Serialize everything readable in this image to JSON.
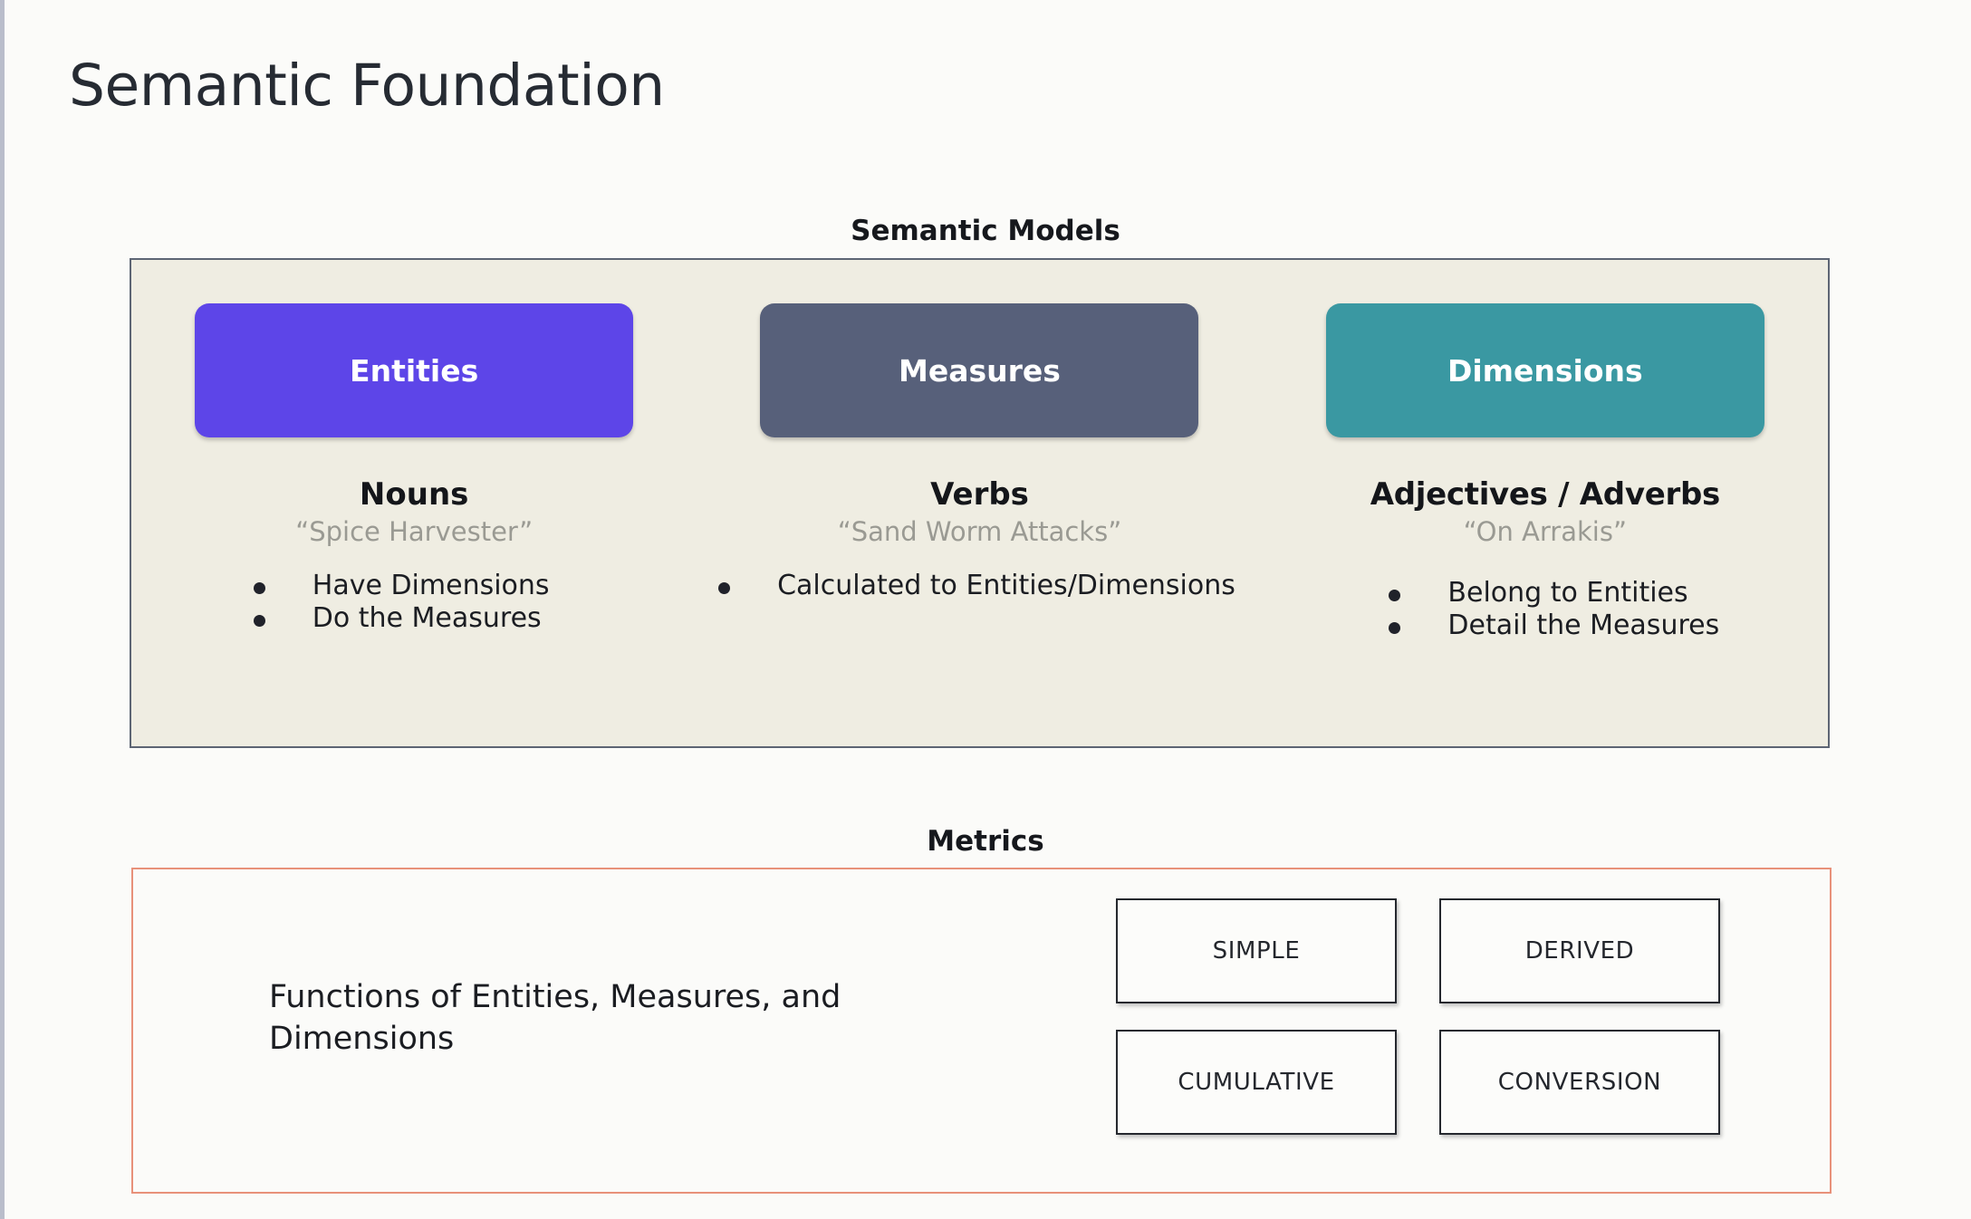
{
  "page": {
    "title": "Semantic Foundation"
  },
  "semantic_models": {
    "caption": "Semantic Models",
    "columns": [
      {
        "pill_label": "Entities",
        "pill_color": "#5d45e8",
        "part_of_speech": "Nouns",
        "example": "“Spice Harvester”",
        "bullets": [
          "Have Dimensions",
          "Do the Measures"
        ]
      },
      {
        "pill_label": "Measures",
        "pill_color": "#57607a",
        "part_of_speech": "Verbs",
        "example": "“Sand Worm Attacks”",
        "bullets": [
          "Calculated to Entities/Dimensions"
        ]
      },
      {
        "pill_label": "Dimensions",
        "pill_color": "#3a98a2",
        "part_of_speech": "Adjectives / Adverbs",
        "example": "“On Arrakis”",
        "bullets": [
          "Belong to Entities",
          "Detail the Measures"
        ]
      }
    ]
  },
  "metrics": {
    "caption": "Metrics",
    "description": "Functions of Entities, Measures, and Dimensions",
    "types": [
      "SIMPLE",
      "DERIVED",
      "CUMULATIVE",
      "CONVERSION"
    ],
    "border_color": "#e8917a"
  }
}
